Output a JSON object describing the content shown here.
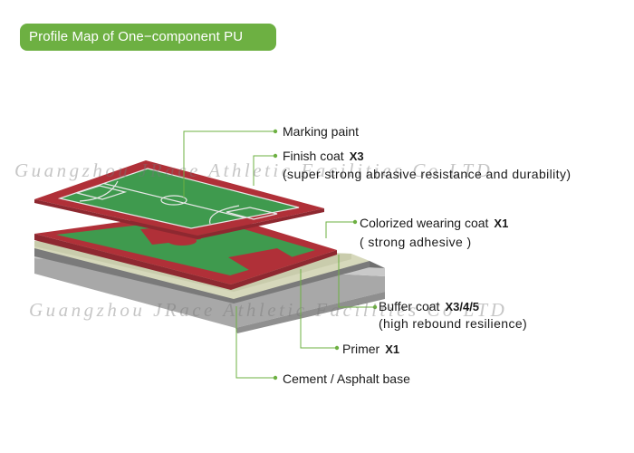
{
  "title": "Profile Map of One−component PU",
  "watermark": "Guangzhou JRace Athletic Facilities Co LTD",
  "watermark_lower": "Guangzhou JRace Athletic Facilities Co LTD",
  "layers": {
    "marking_paint": {
      "label": "Marking paint"
    },
    "finish_coat": {
      "label": "Finish coat",
      "multiplier": "X3",
      "note": "(super strong abrasive resistance and durability)"
    },
    "colorized_coat": {
      "label": "Colorized wearing coat",
      "multiplier": "X1",
      "note": "( strong adhesive )"
    },
    "buffer_coat": {
      "label": "Buffer coat",
      "multiplier": "X3/4/5",
      "note": "(high rebound resilience)"
    },
    "primer": {
      "label": "Primer",
      "multiplier": "X1"
    },
    "base": {
      "label": "Cement / Asphalt base"
    }
  },
  "colors": {
    "title_bg": "#6db042",
    "court_red": "#b03038",
    "court_green": "#3f9a4e",
    "leader_green": "#6db042"
  }
}
